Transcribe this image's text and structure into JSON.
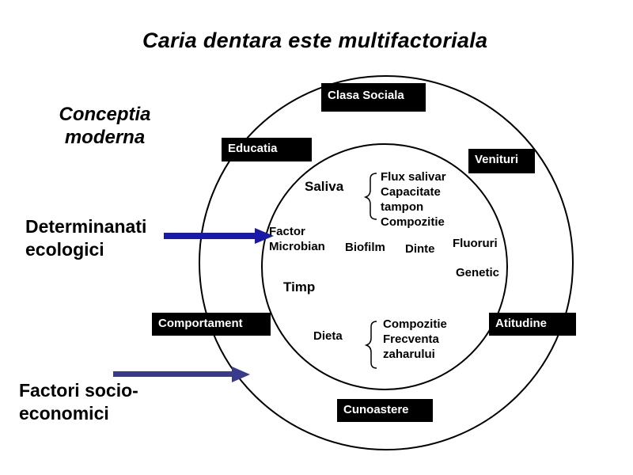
{
  "title": "Caria dentara este multifactoriala",
  "concept": [
    "Conceptia",
    "moderna"
  ],
  "side_labels": {
    "ecological": [
      "Determinanati",
      "ecologici"
    ],
    "socio": [
      "Factori socio-",
      "economici"
    ]
  },
  "outer_boxes": {
    "social_class": "Clasa Sociala",
    "education": "Educatia",
    "income": "Venituri",
    "behavior": "Comportament",
    "attitude": "Atitudine",
    "knowledge": "Cunoastere"
  },
  "inner": {
    "saliva": "Saliva",
    "saliva_list": [
      "Flux salivar",
      "Capacitate",
      "tampon",
      "Compozitie"
    ],
    "factor": [
      "Factor",
      "Microbian"
    ],
    "biofilm": "Biofilm",
    "dinte": "Dinte",
    "fluoruri": "Fluoruri",
    "genetic": "Genetic",
    "timp": "Timp",
    "dieta": "Dieta",
    "dieta_list": [
      "Compozitie",
      "Frecventa",
      "zaharului"
    ]
  },
  "colors": {
    "arrow_top": "#1a1aa8",
    "arrow_bottom": "#3a3a8c",
    "box_bg": "#000000",
    "box_text": "#ffffff"
  }
}
